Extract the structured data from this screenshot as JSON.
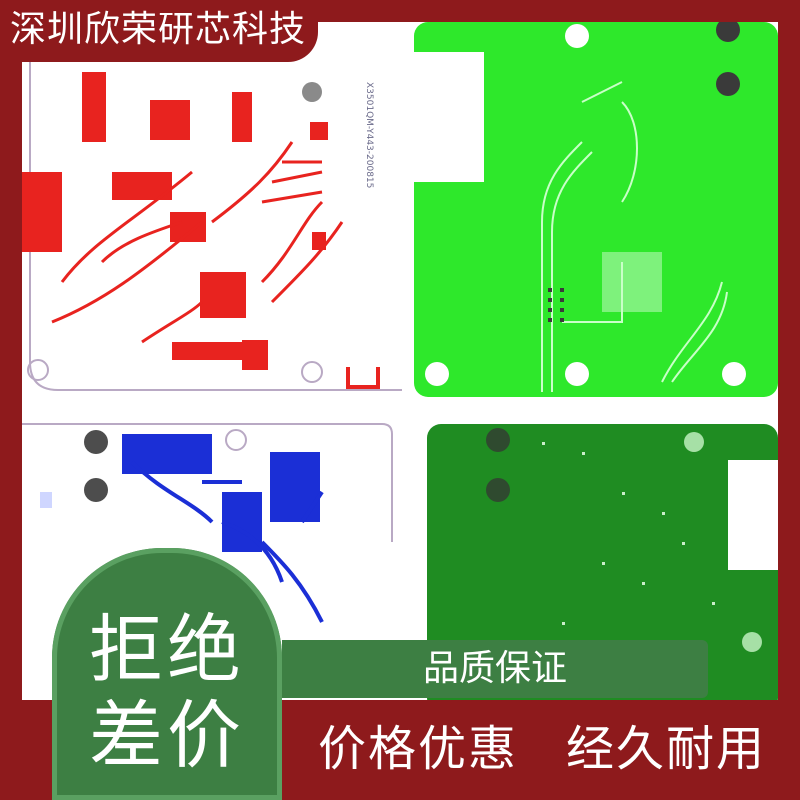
{
  "company_name": "深圳欣荣研芯科技",
  "badge": {
    "line1": "拒绝",
    "line2": "差价"
  },
  "banner": "品质保证",
  "taglines": [
    "价格优惠",
    "经久耐用"
  ],
  "board_label": "X3501QM-Y443-200815",
  "colors": {
    "frame": "#8e1a1c",
    "green_banner": "#3d7f43",
    "board_red": "#e8231f",
    "board_lime": "#2ee82b",
    "board_blue": "#1b2fd6",
    "board_darkgreen": "#1f8c22"
  }
}
